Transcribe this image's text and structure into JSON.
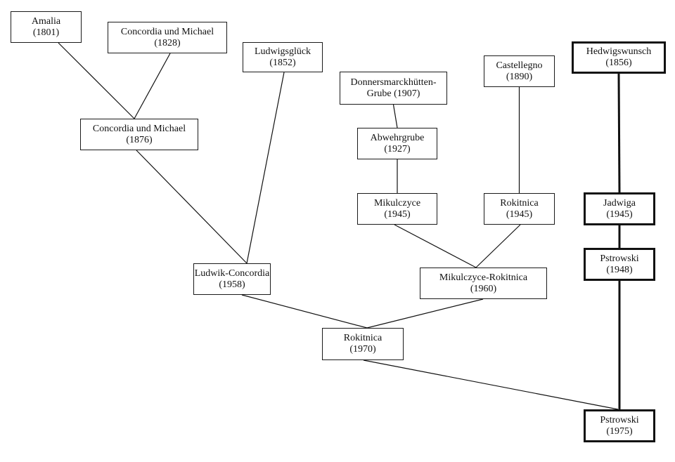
{
  "title": "Mine lineage diagram",
  "nodes": [
    {
      "id": "amalia",
      "name": "Amalia",
      "year": "(1801)",
      "emphasis": false
    },
    {
      "id": "concordia-1828",
      "name": "Concordia und Michael",
      "year": "(1828)",
      "emphasis": false
    },
    {
      "id": "ludwigsglueck",
      "name": "Ludwigsglück",
      "year": "(1852)",
      "emphasis": false
    },
    {
      "id": "concordia-1876",
      "name": "Concordia und Michael",
      "year": "(1876)",
      "emphasis": false
    },
    {
      "id": "donnersmarck",
      "name": "Donnersmarckhütten-",
      "year": "Grube (1907)",
      "emphasis": false
    },
    {
      "id": "abwehrgrube",
      "name": "Abwehrgrube",
      "year": "(1927)",
      "emphasis": false
    },
    {
      "id": "castellegno",
      "name": "Castellegno",
      "year": "(1890)",
      "emphasis": false
    },
    {
      "id": "hedwigswunsch",
      "name": "Hedwigswunsch",
      "year": "(1856)",
      "emphasis": true
    },
    {
      "id": "mikulczyce",
      "name": "Mikulczyce",
      "year": "(1945)",
      "emphasis": false
    },
    {
      "id": "rokitnica-1945",
      "name": "Rokitnica",
      "year": "(1945)",
      "emphasis": false
    },
    {
      "id": "jadwiga",
      "name": "Jadwiga",
      "year": "(1945)",
      "emphasis": true
    },
    {
      "id": "pstrowski-1948",
      "name": "Pstrowski",
      "year": "(1948)",
      "emphasis": true
    },
    {
      "id": "ludwik-concordia",
      "name": "Ludwik-Concordia",
      "year": "(1958)",
      "emphasis": false
    },
    {
      "id": "mikulczyce-rokitnica",
      "name": "Mikulczyce-Rokitnica",
      "year": "(1960)",
      "emphasis": false
    },
    {
      "id": "rokitnica-1970",
      "name": "Rokitnica",
      "year": "(1970)",
      "emphasis": false
    },
    {
      "id": "pstrowski-1975",
      "name": "Pstrowski",
      "year": "(1975)",
      "emphasis": true
    }
  ],
  "edges": [
    {
      "from": "amalia",
      "to": "concordia-1876",
      "emphasis": false
    },
    {
      "from": "concordia-1828",
      "to": "concordia-1876",
      "emphasis": false
    },
    {
      "from": "concordia-1876",
      "to": "ludwik-concordia",
      "emphasis": false
    },
    {
      "from": "ludwigsglueck",
      "to": "ludwik-concordia",
      "emphasis": false
    },
    {
      "from": "donnersmarck",
      "to": "abwehrgrube",
      "emphasis": false
    },
    {
      "from": "abwehrgrube",
      "to": "mikulczyce",
      "emphasis": false
    },
    {
      "from": "castellegno",
      "to": "rokitnica-1945",
      "emphasis": false
    },
    {
      "from": "mikulczyce",
      "to": "mikulczyce-rokitnica",
      "emphasis": false
    },
    {
      "from": "rokitnica-1945",
      "to": "mikulczyce-rokitnica",
      "emphasis": false
    },
    {
      "from": "ludwik-concordia",
      "to": "rokitnica-1970",
      "emphasis": false
    },
    {
      "from": "mikulczyce-rokitnica",
      "to": "rokitnica-1970",
      "emphasis": false
    },
    {
      "from": "rokitnica-1970",
      "to": "pstrowski-1975",
      "emphasis": false
    },
    {
      "from": "hedwigswunsch",
      "to": "jadwiga",
      "emphasis": true
    },
    {
      "from": "jadwiga",
      "to": "pstrowski-1948",
      "emphasis": true
    },
    {
      "from": "pstrowski-1948",
      "to": "pstrowski-1975",
      "emphasis": true
    }
  ]
}
